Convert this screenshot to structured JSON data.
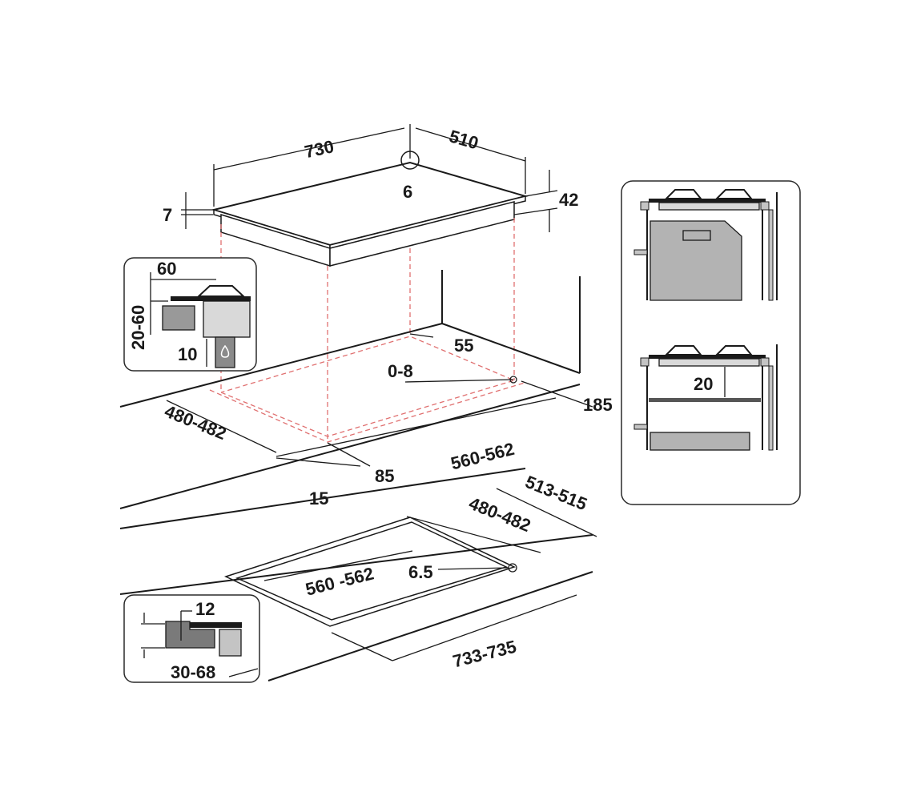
{
  "colors": {
    "line": "#1a1a1a",
    "guide": "#e07070",
    "panel_gray": "#b3b3b3",
    "dark_gray": "#8a8a8a"
  },
  "hob": {
    "width": "730",
    "depth": "510",
    "gas_inlet": "6",
    "thickness": "7",
    "height": "42"
  },
  "cutout": {
    "width": "560-562",
    "depth": "480-482",
    "min_wall_side": "55",
    "gap": "0-8",
    "min_back": "185",
    "front": "85",
    "front_edge": "15"
  },
  "inset_side": {
    "top": "60",
    "span": "20-60",
    "bottom": "10"
  },
  "flush": {
    "outer_width": "733-735",
    "outer_depth": "513-515",
    "inner_depth": "480-482",
    "inner_width": "560 -562",
    "radius": "6.5"
  },
  "inset_flush": {
    "step": "12",
    "thickness": "30-68"
  },
  "right_panel": {
    "clearance": "20"
  }
}
